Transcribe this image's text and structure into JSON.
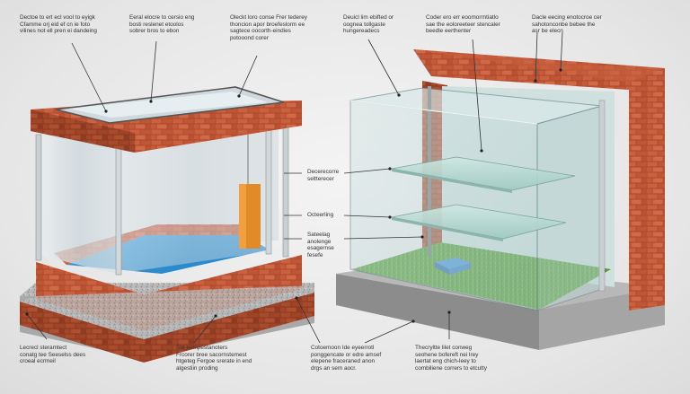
{
  "labels": {
    "top_1": "Dectoe to ert ecl vool to eyigk\nCfamme orj eid ef cn ie foto\nvilines not ell pren ei dandeing",
    "top_2": "Eeral elocre to cersio eng\nbosti reslenet etoolos\nsobrer bros to ebon",
    "top_3": "Oleckt loro conse Frer tederey\nthoncion apor broefeslorm ee\nsagtece oocorth-eindies\npotooond corer",
    "top_4": "Deuicl lim ebifted or\noognea tollgaste\nhungereadecs",
    "top_5": "Coder ero err eoomorrntiatlo\nsae the eoloreeteer stencaler\nbeedle eerthenter",
    "top_6": "Dacle eecing enotocroe cer\nsahotonconbe bebee the\nasr be elecn",
    "mid_1": "Decerecorre\nseltterecer",
    "mid_2": "Octeerling",
    "mid_3": "Sateelag\nanolenge\nesagernse\nfesefe",
    "bot_1": "Lecrecl steramtect\nconatg tee Seeselss dees\ncroeal ecrmeil",
    "bot_2": "Ste eempestanoters\nFrcorer bree sacornstemest\nhtgeteg Fergoe srerate in end\nalgestiin proding",
    "bot_3": "Cotoemoon Ide eyeerrotl\nponggencate or edre amsef\nelepene fraceraned anon\ndrgs an sem aocr.",
    "bot_4": "Thecryltte lilet conweg\nseohene bofereft nei lrey\nlaertat eng chich-leey to\ncombiliene corrers to etcutty"
  }
}
